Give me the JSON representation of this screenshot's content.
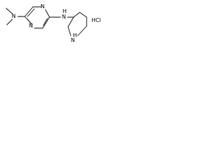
{
  "molecule": {
    "atoms": {
      "dimethylamine_n": "N",
      "ring_n_1": "N",
      "ring_n_3": "N",
      "amine_n": "N",
      "amine_h": "H",
      "piperidine_n": "N",
      "piperidine_h": "H"
    },
    "salt": "HCl"
  }
}
